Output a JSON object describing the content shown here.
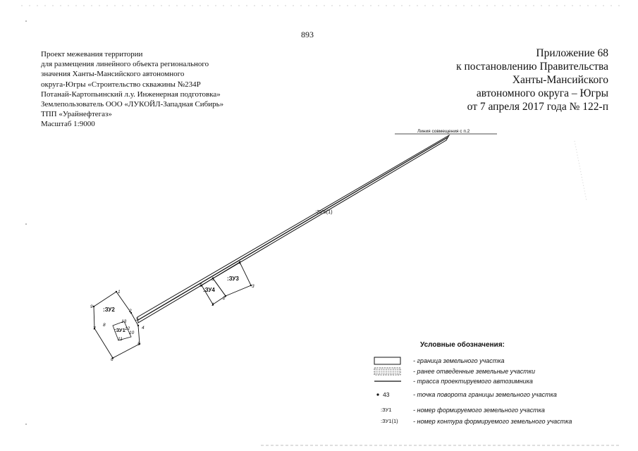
{
  "header": {
    "page_number": "893",
    "project_lines": [
      "Проект межевания территории",
      "для размещения линейного объекта регионального",
      "значения Ханты-Мансийского автономного",
      "округа-Югры «Строительство скважины №234Р",
      "Потанай-Картопьинский л.у. Инженерная подготовка»",
      "Землепользователь ООО «ЛУКОЙЛ-Западная Сибирь»",
      "ТПП «Урайнефтегаз»",
      "Масштаб 1:9000"
    ],
    "appendix_lines": [
      "Приложение 68",
      "к постановлению Правительства",
      "Ханты-Мансийского",
      "автономного округа – Югры",
      "от 7 апреля 2017 года № 122-п"
    ]
  },
  "map": {
    "alignment_line_label": "Линия совмещения с п.2",
    "parcels": {
      "zu1": ":ЗУ1",
      "zu2": ":ЗУ2",
      "zu3": ":ЗУ3",
      "zu4": ":ЗУ4",
      "zu5": ":ЗУ5(1)"
    },
    "points": {
      "zu2_p1": "1",
      "zu2_p9": "9",
      "zu2_p2": "2",
      "zu2_p3": "3",
      "zu2_p4": "4",
      "zu2_p5": "5",
      "zu2_p6": "6",
      "zu2_p7": "7",
      "zu2_p8": "8",
      "zu1_p13": "13",
      "zu1_p12": "12",
      "zu1_p10": "10",
      "zu1_p11": "11",
      "zu34_p5": "5",
      "zu34_p3": "3",
      "zu34_p1": "1",
      "zu34_p2": "2",
      "zu3_p4": "4",
      "zu3_p3": "3"
    }
  },
  "legend": {
    "title": "Условные обозначения:",
    "items": [
      {
        "symbol": "box",
        "text": "- граница земельного участка"
      },
      {
        "symbol": "dotted-box",
        "text": "- ранее отведенные земельные участки"
      },
      {
        "symbol": "line",
        "text": "- трасса проектируемого автозимника"
      },
      {
        "symbol": "point",
        "sample": "43",
        "text": "- точка поворота границы земельного участка"
      },
      {
        "symbol": "label",
        "sample": ":ЗУ1",
        "text": "- номер формируемого земельного участка"
      },
      {
        "symbol": "label",
        "sample": ":ЗУ1(1)",
        "text": "- номер контура формируемого земельного участка"
      }
    ]
  }
}
